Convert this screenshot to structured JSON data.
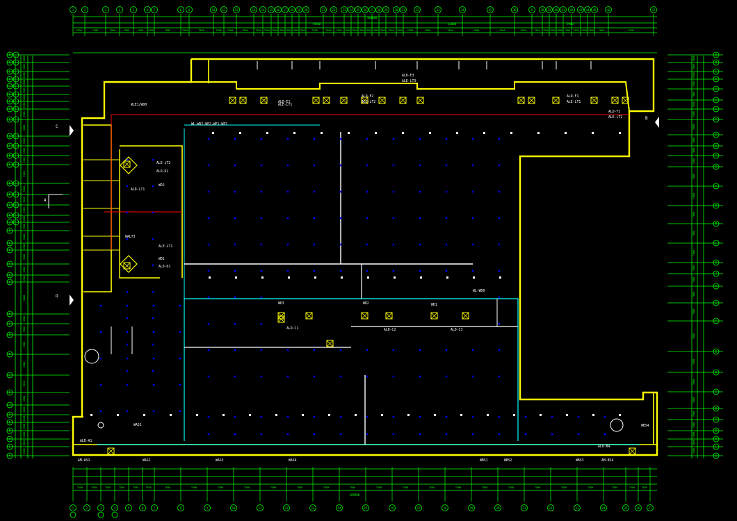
{
  "drawing": {
    "colors": {
      "background": "#000000",
      "wall": "#ffff00",
      "grid": "#00ff00",
      "duct": "#00ffff",
      "pipe": "#ffffff",
      "fire_line": "#ff0000",
      "sprinkler": "#0000ff",
      "label": "#ffffff"
    },
    "grid_top": [
      "1",
      "2",
      "3",
      "4",
      "5",
      "6",
      "7",
      "8",
      "9",
      "10",
      "11",
      "12",
      "13",
      "14",
      "15",
      "16",
      "17",
      "18",
      "19",
      "20",
      "21",
      "22",
      "23",
      "24",
      "25",
      "26",
      "27",
      "28",
      "29",
      "30",
      "31",
      "32",
      "33",
      "34",
      "35",
      "36",
      "37",
      "38",
      "39",
      "40",
      "41",
      "42",
      "43",
      "44",
      "45",
      "46",
      "47"
    ],
    "grid_bottom": [
      "1",
      "2",
      "3",
      "4",
      "5",
      "6",
      "7",
      "8",
      "9",
      "10",
      "11",
      "12",
      "13",
      "14",
      "15",
      "16",
      "17",
      "18",
      "19",
      "20",
      "21",
      "22",
      "23",
      "24",
      "25",
      "26",
      "27",
      "28",
      "29",
      "30"
    ],
    "grid_left": [
      "N",
      "M",
      "L",
      "K",
      "J",
      "H",
      "G",
      "F",
      "E",
      "D",
      "C",
      "B",
      "A",
      "N",
      "M",
      "L",
      "K",
      "J",
      "H",
      "G",
      "F",
      "E",
      "D",
      "C",
      "B",
      "A",
      "N",
      "M",
      "L",
      "K",
      "J",
      "H",
      "G"
    ],
    "grid_right": [
      "N",
      "M",
      "L",
      "K",
      "J",
      "H",
      "G",
      "F",
      "E",
      "D",
      "C",
      "B",
      "A",
      "N",
      "M",
      "L",
      "K",
      "J",
      "H",
      "G",
      "F",
      "E",
      "D",
      "C",
      "B",
      "A"
    ],
    "equipment_labels": [
      "ALD-E1",
      "ALE-LT1",
      "ALD-E2",
      "ALE-LT2",
      "ALD-E3",
      "ALE-LT3",
      "ALD-F1",
      "ALE-LT1",
      "ALD-F2",
      "ALE-LT2",
      "ALE-LT2",
      "ALD-D2",
      "ALD-LT1",
      "WD2",
      "WALT3",
      "ALE-LT1",
      "WD1",
      "ALD-D1",
      "WD3",
      "ALD-C1",
      "WD2",
      "ALD-C2",
      "WD1",
      "ALD-C3",
      "ALD-A1",
      "AM-AS1",
      "WAS1",
      "WAS2",
      "WAS3",
      "WAS4",
      "WBS1",
      "WBS2",
      "WBS3",
      "ALD-B4",
      "AM-BS4",
      "WBS4",
      "WL-WD2,WE2,WF1,WF2",
      "WLE1/WD0",
      "WL-WD0"
    ],
    "section_markers": [
      "C",
      "D",
      "A",
      "B"
    ]
  }
}
